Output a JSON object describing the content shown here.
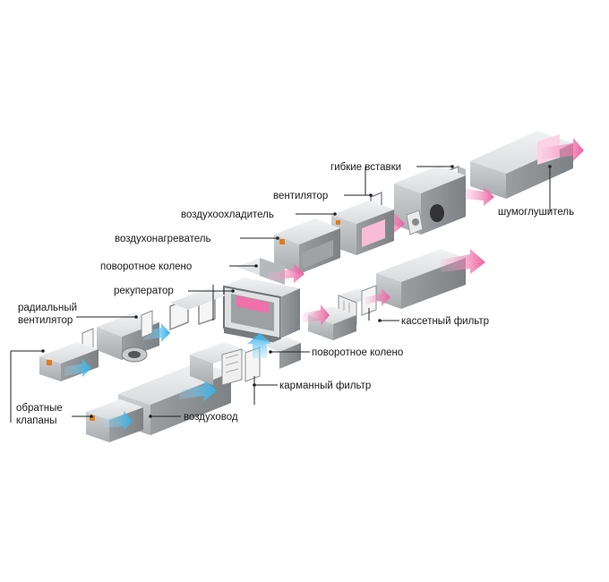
{
  "labels": {
    "flex_inserts": "гибкие вставки",
    "fan": "вентилятор",
    "air_cooler": "воздухоохладитель",
    "air_heater": "воздухонагреватель",
    "rotary_elbow_1": "поворотное колено",
    "recuperator": "рекуператор",
    "radial_fan_line1": "радиальный",
    "radial_fan_line2": "вентилятор",
    "check_valves_line1": "обратные",
    "check_valves_line2": "клапаны",
    "duct": "воздуховод",
    "silencer": "шумоглушитель",
    "cassette_filter": "кассетный фильтр",
    "rotary_elbow_2": "поворотное колено",
    "pocket_filter": "карманный фильтр"
  },
  "colors": {
    "box_light": "#e6e8ea",
    "box_mid": "#c3c6c9",
    "box_dark": "#8f9396",
    "frame": "#f6f6f6",
    "warm_arrow": "#f06aa8",
    "cold_arrow": "#3fb6ea",
    "lead_line": "#222222"
  }
}
